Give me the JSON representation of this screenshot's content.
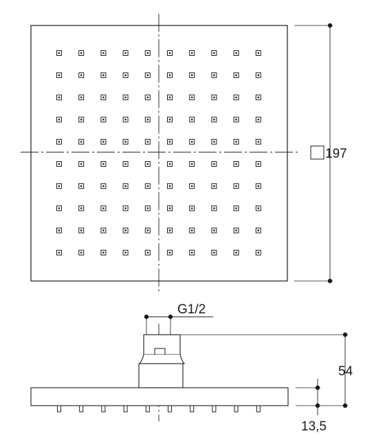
{
  "labels": {
    "width_value": "197",
    "thread_spec": "G1/2",
    "height_value": "54",
    "plate_thickness": "13,5"
  },
  "nozzle_grid": {
    "rows": 10,
    "columns": 10
  },
  "colors": {
    "stroke": "#1a1a1a",
    "background": "#ffffff"
  }
}
